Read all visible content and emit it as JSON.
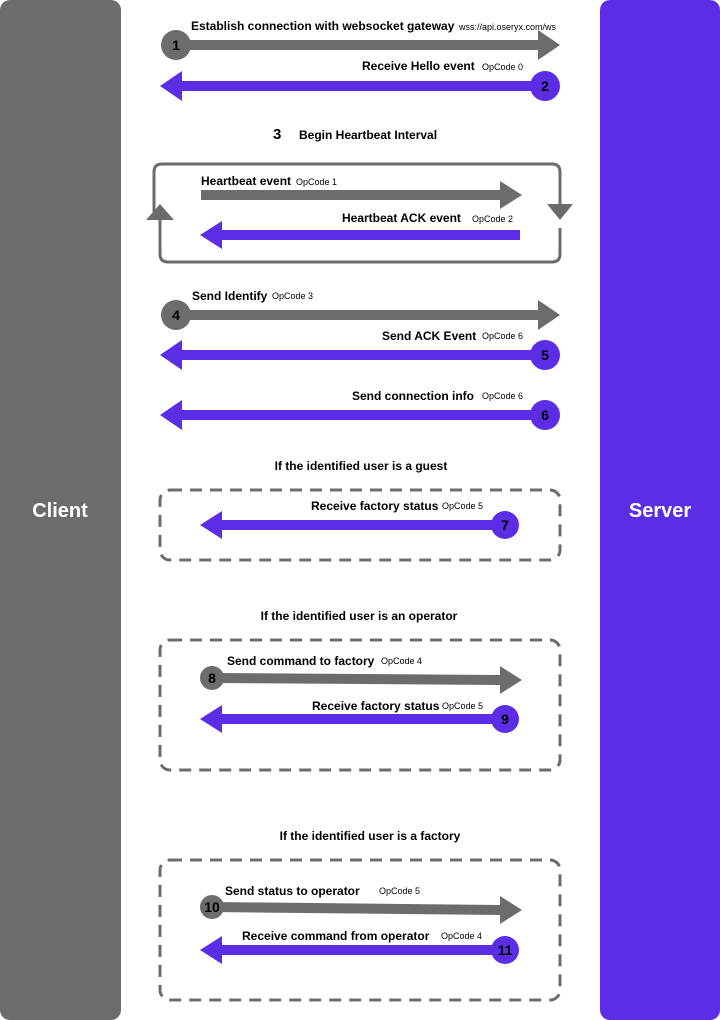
{
  "colors": {
    "client": "#6c6c6c",
    "server": "#5b2ee6",
    "grey_arrow": "#6c6c6c",
    "purple_arrow": "#5b2ee6",
    "box_border": "#6c6c6c"
  },
  "lanes": {
    "client": "Client",
    "server": "Server"
  },
  "steps": {
    "s1": {
      "num": "1",
      "label": "Establish connection with websocket gateway",
      "extra": "wss://api.oseryx.com/ws"
    },
    "s2": {
      "num": "2",
      "label": "Receive Hello event",
      "extra": "OpCode 0"
    },
    "s3": {
      "num": "3",
      "label": "Begin Heartbeat Interval"
    },
    "hb": {
      "label": "Heartbeat event",
      "extra": "OpCode 1"
    },
    "hback": {
      "label": "Heartbeat ACK event",
      "extra": "OpCode 2"
    },
    "s4": {
      "num": "4",
      "label": "Send Identify",
      "extra": "OpCode 3"
    },
    "s5": {
      "num": "5",
      "label": "Send ACK Event",
      "extra": "OpCode 6"
    },
    "s6": {
      "num": "6",
      "label": "Send connection info",
      "extra": "OpCode 6"
    },
    "guest_cond": "If the identified user is a guest",
    "s7": {
      "num": "7",
      "label": "Receive factory status",
      "extra": "OpCode 5"
    },
    "operator_cond": "If the identified user is an operator",
    "s8": {
      "num": "8",
      "label": "Send command to factory",
      "extra": "OpCode 4"
    },
    "s9": {
      "num": "9",
      "label": "Receive factory status",
      "extra": "OpCode 5"
    },
    "factory_cond": "If the identified user is a factory",
    "s10": {
      "num": "10",
      "label": "Send status to operator",
      "extra": "OpCode 5"
    },
    "s11": {
      "num": "11",
      "label": "Receive command from operator",
      "extra": "OpCode 4"
    }
  }
}
